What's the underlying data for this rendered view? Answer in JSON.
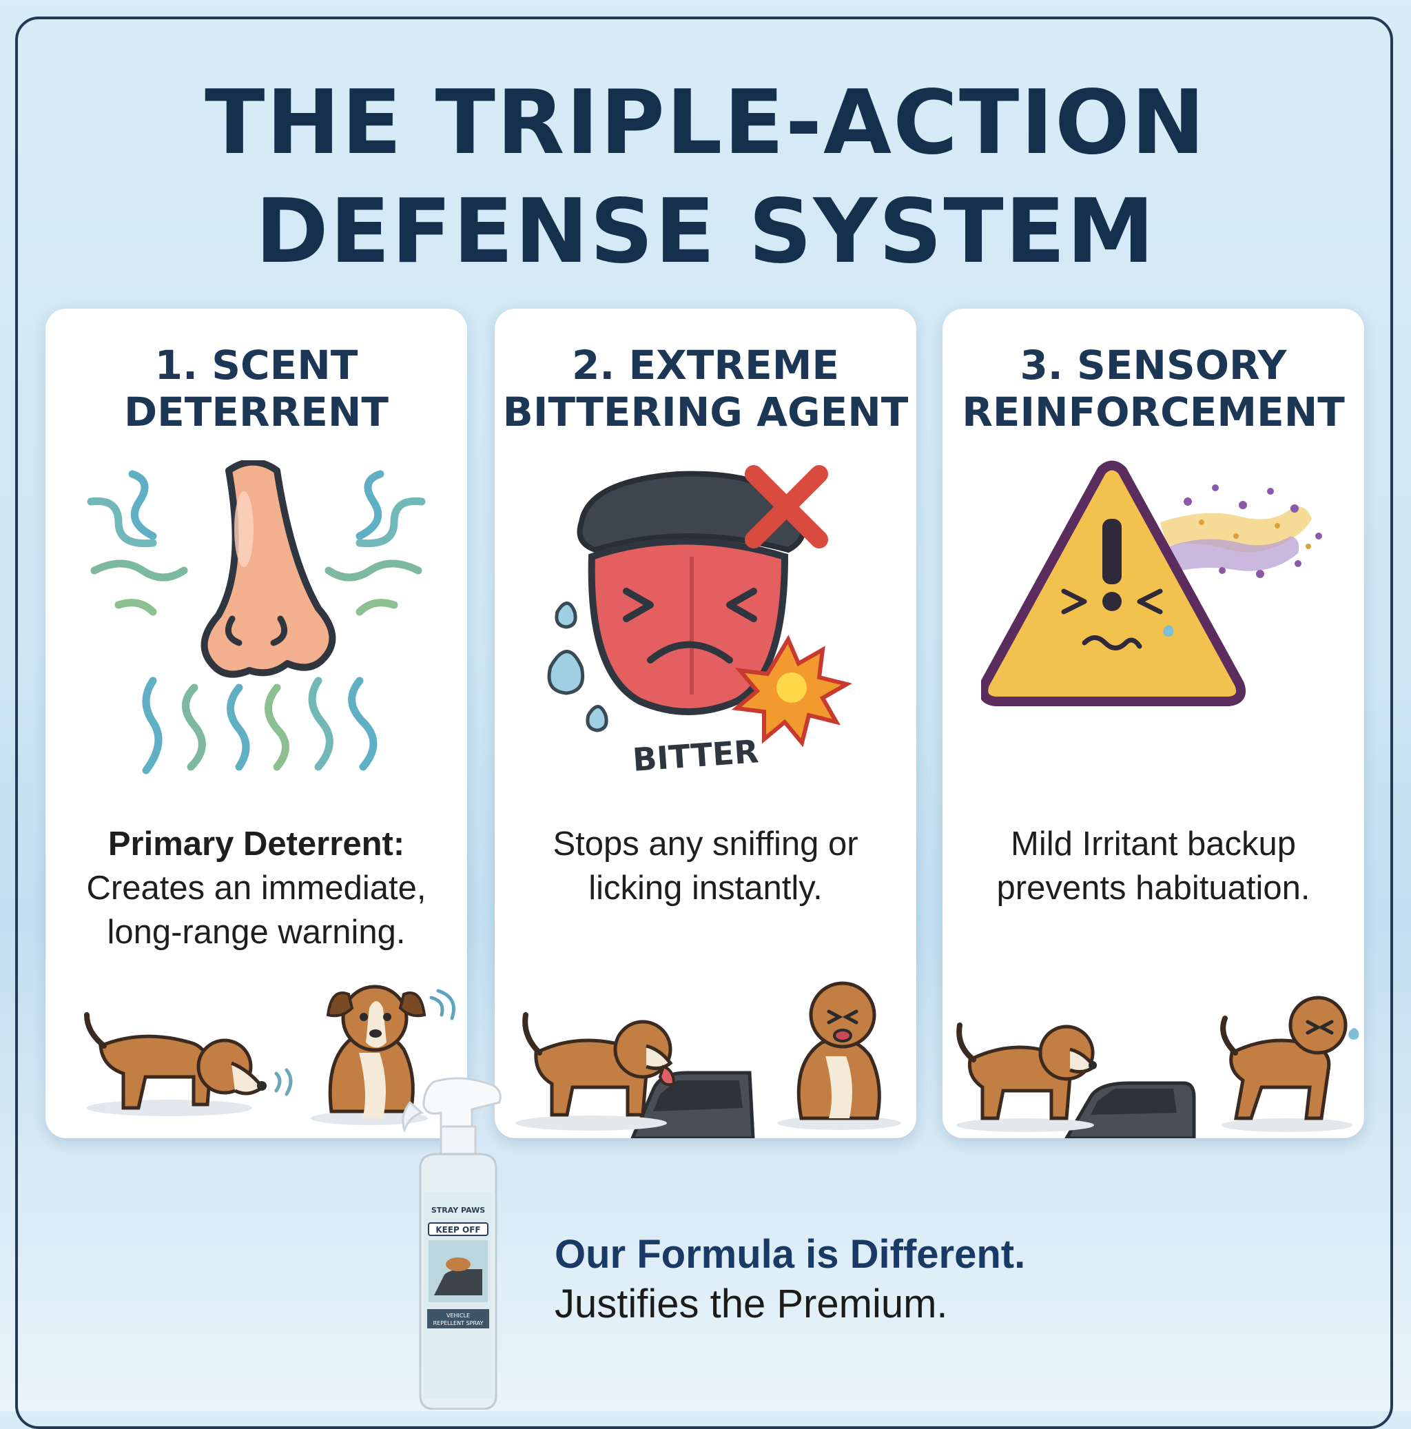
{
  "page": {
    "title_line1": "THE TRIPLE-ACTION",
    "title_line2": "DEFENSE SYSTEM"
  },
  "cards": [
    {
      "title_line1": "1. SCENT",
      "title_line2": "DETERRENT",
      "icon": "nose-icon",
      "text_bold": "Primary Deterrent:",
      "text_line1": "Creates an immediate,",
      "text_line2": "long-range warning."
    },
    {
      "title_line1": "2. EXTREME",
      "title_line2": "BITTERING AGENT",
      "icon": "bitter-tongue-icon",
      "icon_label": "BITTER",
      "text_line1": "Stops any sniffing or",
      "text_line2": "licking instantly."
    },
    {
      "title_line1": "3. SENSORY",
      "title_line2": "REINFORCEMENT",
      "icon": "warning-triangle-icon",
      "text_line1": "Mild Irritant backup",
      "text_line2": "prevents habituation."
    }
  ],
  "product": {
    "brand": "STRAY PAWS",
    "badge": "KEEP OFF",
    "label_line1": "VEHICLE",
    "label_line2": "REPELLENT SPRAY"
  },
  "tagline": {
    "headline": "Our Formula is Different.",
    "sub": "Justifies the Premium."
  },
  "colors": {
    "title": "#14304d",
    "card_title": "#1c3655",
    "accent_red": "#d9463f",
    "warning_yellow": "#f2c14e",
    "warning_border": "#5a2d5e",
    "dog_brown": "#b8743a"
  }
}
